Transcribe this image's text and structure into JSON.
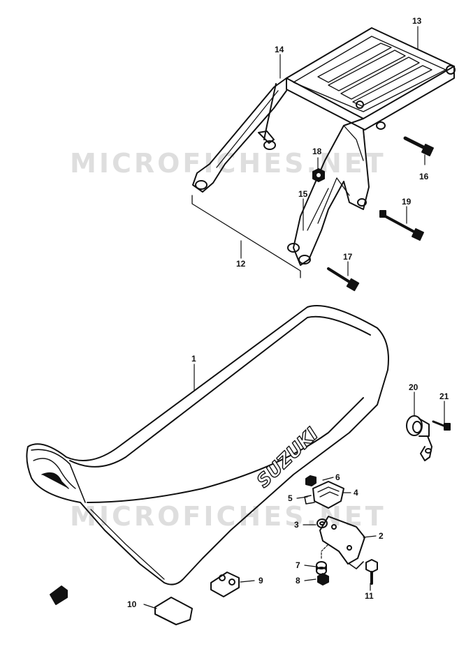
{
  "watermark": "MICROFICHES.NET",
  "seat_brand": "SUZUKI",
  "colors": {
    "ink": "#111111",
    "paper": "#ffffff",
    "watermark": "#d9d9d9"
  },
  "callouts": {
    "c1": "1",
    "c2": "2",
    "c3": "3",
    "c4": "4",
    "c5": "5",
    "c6": "6",
    "c7": "7",
    "c8": "8",
    "c9": "9",
    "c10": "10",
    "c11": "11",
    "c12": "12",
    "c13": "13",
    "c14": "14",
    "c15": "15",
    "c16": "16",
    "c17": "17",
    "c18": "18",
    "c19": "19",
    "c20": "20",
    "c21": "21"
  }
}
